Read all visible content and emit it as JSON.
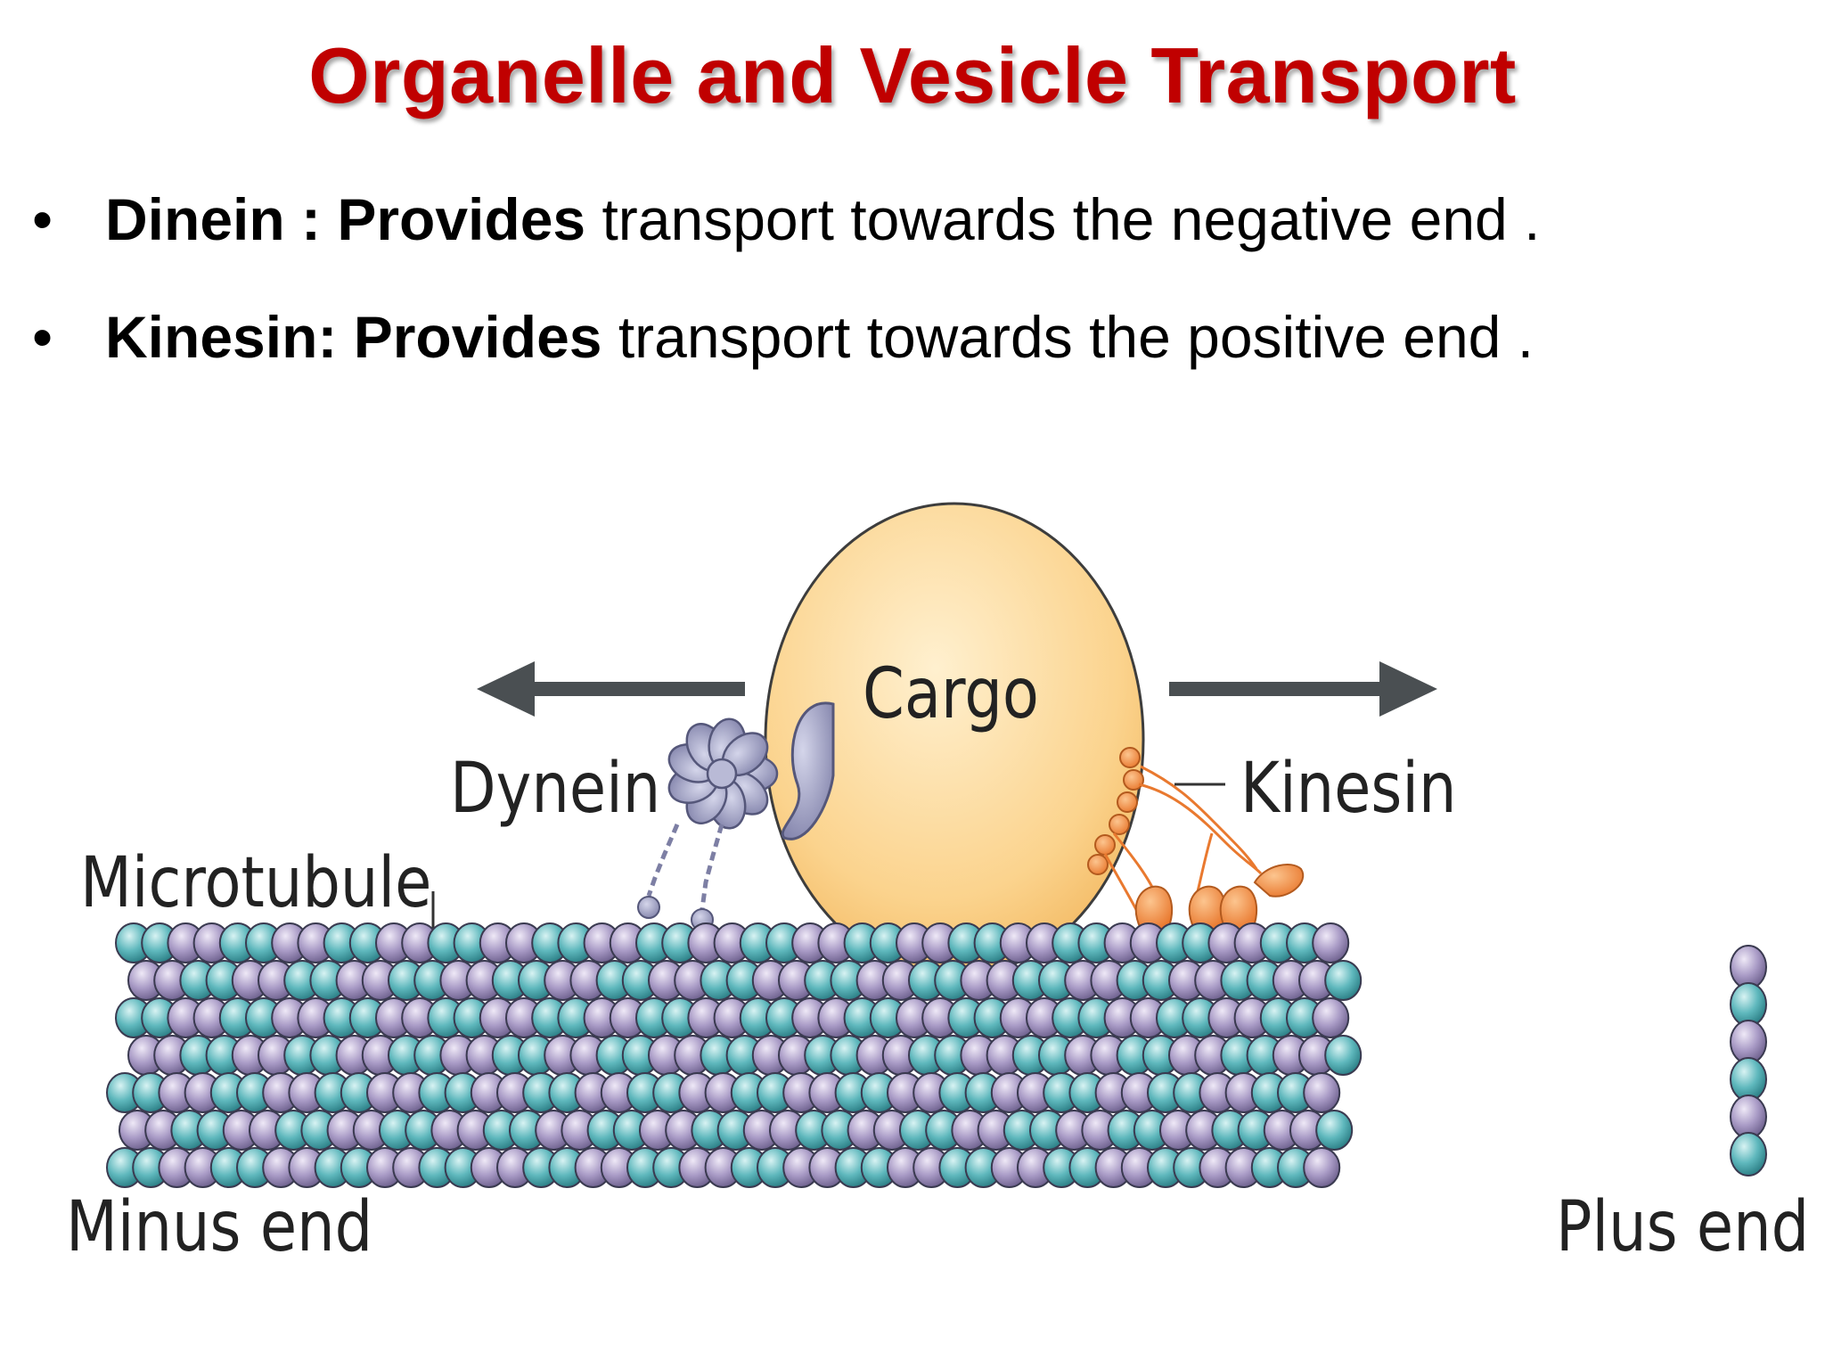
{
  "title": "Organelle and Vesicle Transport",
  "bullets": [
    {
      "marker": "•",
      "bold": "Dinein : Provides",
      "rest": " transport towards the negative end ."
    },
    {
      "marker": "•",
      "bold": "Kinesin: Provides",
      "rest": " transport towards the positive end ."
    }
  ],
  "diagram": {
    "labels": {
      "cargo": "Cargo",
      "dynein": "Dynein",
      "kinesin": "Kinesin",
      "microtubule": "Microtubule",
      "minus_end": "Minus end",
      "plus_end": "Plus end"
    },
    "colors": {
      "cargo": "#fbd38d",
      "tubulin_teal": "#5fb8bd",
      "tubulin_purple": "#a99bc6",
      "dynein": "#9a9bbf",
      "kinesin": "#f0924a",
      "arrow": "#4a4f52"
    }
  }
}
